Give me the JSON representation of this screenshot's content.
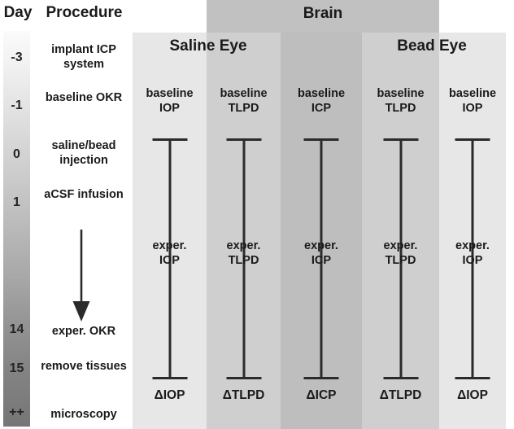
{
  "figure": {
    "headers": {
      "day": "Day",
      "procedure": "Procedure"
    },
    "bands": [
      {
        "key": "brain",
        "label": "Brain"
      },
      {
        "key": "saline_eye",
        "label": "Saline Eye"
      },
      {
        "key": "bead_eye",
        "label": "Bead Eye"
      }
    ],
    "colors": {
      "brain_band": "#c1c1c1",
      "eye_band": "#e5e5e5",
      "col_light": "#e7e7e7",
      "col_medium": "#cfcfcf",
      "col_dark": "#bebebe",
      "line": "#2b2b2b",
      "text": "#1a1a1a",
      "day_gradient_top": "#fbfbfb",
      "day_gradient_bottom": "#767676"
    },
    "timeline": [
      {
        "day": "-3",
        "procedure": "implant\nICP system"
      },
      {
        "day": "-1",
        "procedure": "baseline\nOKR"
      },
      {
        "day": "0",
        "procedure": "saline/bead\ninjection"
      },
      {
        "day": "1",
        "procedure": "aCSF\ninfusion"
      },
      {
        "day": "14",
        "procedure": "exper. OKR"
      },
      {
        "day": "15",
        "procedure": "remove\ntissues"
      },
      {
        "day": "++",
        "procedure": "microscopy"
      }
    ],
    "arrow": {
      "name": "downward-progression-arrow",
      "direction": "down"
    },
    "measurements": [
      {
        "column": 1,
        "region": "saline_eye",
        "baseline": "baseline\nIOP",
        "experimental": "exper.\nIOP",
        "delta": "ΔIOP"
      },
      {
        "column": 2,
        "region": "saline_eye_brain",
        "baseline": "baseline\nTLPD",
        "experimental": "exper.\nTLPD",
        "delta": "ΔTLPD"
      },
      {
        "column": 3,
        "region": "brain",
        "baseline": "baseline\nICP",
        "experimental": "exper.\nICP",
        "delta": "ΔICP"
      },
      {
        "column": 4,
        "region": "bead_eye_brain",
        "baseline": "baseline\nTLPD",
        "experimental": "exper.\nTLPD",
        "delta": "ΔTLPD"
      },
      {
        "column": 5,
        "region": "bead_eye",
        "baseline": "baseline\nIOP",
        "experimental": "exper.\nIOP",
        "delta": "ΔIOP"
      }
    ]
  }
}
